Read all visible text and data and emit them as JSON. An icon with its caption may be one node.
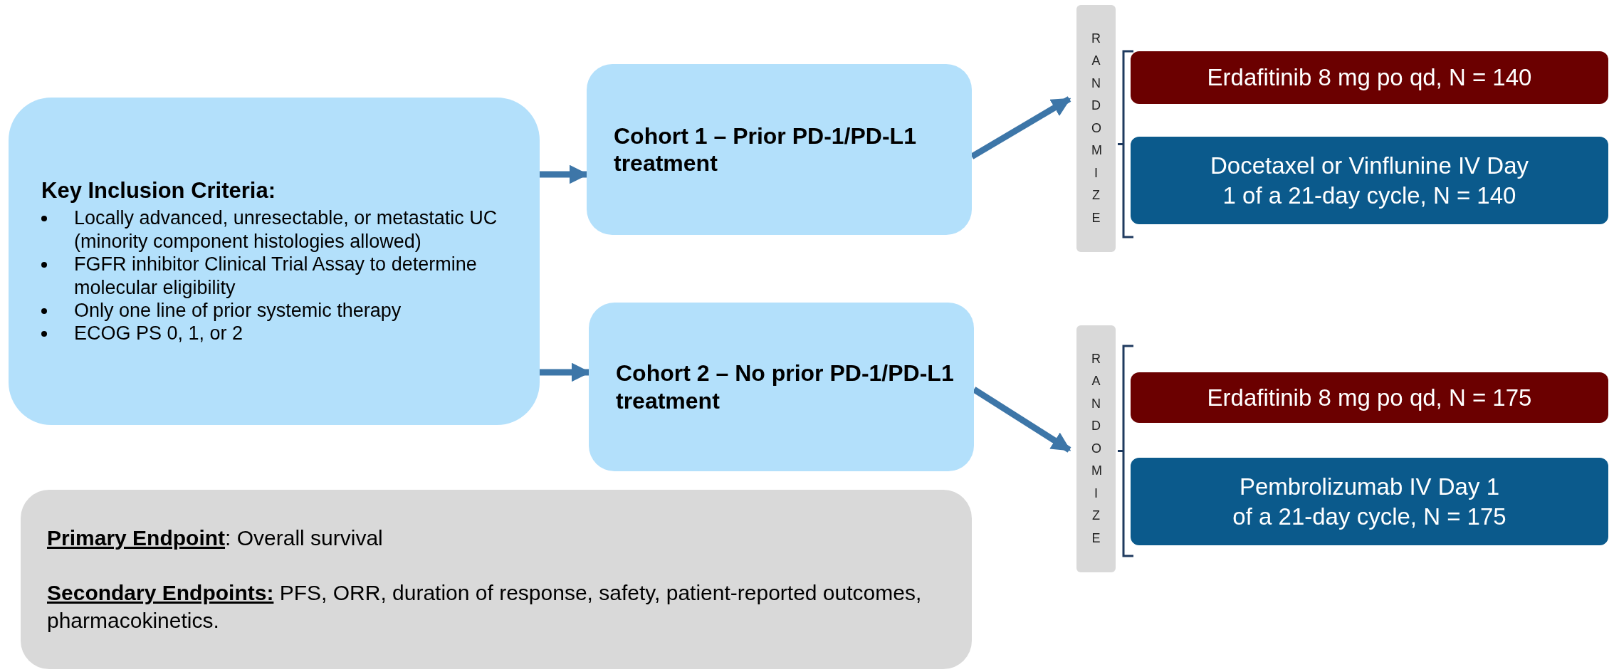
{
  "diagram": {
    "nodes": [
      {
        "text": [
          "Key Inclusion Criteria:",
          "Locally advanced, unresectable, or metastatic UC (minority component histologies allowed)",
          "FGFR inhibitor Clinical Trial Assay to determine molecular eligibility",
          "Only one line of prior systemic therapy",
          "ECOG PS 0, 1, or 2"
        ]
      },
      {
        "text": [
          "Cohort 1 – Prior PD-1/PD-L1 treatment"
        ]
      },
      {
        "text": [
          "Cohort 2 – No prior PD-1/PD-L1 treatment"
        ]
      },
      {
        "text": [
          "RANDOMIZE"
        ]
      },
      {
        "text": [
          "RANDOMIZE"
        ]
      },
      {
        "text": [
          "Erdafitinib 8 mg po qd, N = 140"
        ]
      },
      {
        "text": [
          "Docetaxel or Vinflunine IV Day 1 of a 21-day cycle, N = 140"
        ]
      },
      {
        "text": [
          "Erdafitinib 8 mg po qd, N = 175"
        ]
      },
      {
        "text": [
          "Pembrolizumab IV Day 1 of a 21-day cycle, N = 175"
        ]
      },
      {
        "text": [
          "**Primary Endpoint**: Overall survival",
          "**Secondary Endpoints:** PFS, ORR, duration of response, safety, patient-reported outcomes, pharmacokinetics."
        ]
      }
    ],
    "edges": [
      {
        "from": 0,
        "to": 1,
        "arrow": "to"
      },
      {
        "from": 0,
        "to": 2,
        "arrow": "to"
      },
      {
        "from": 1,
        "to": 3,
        "arrow": "to"
      },
      {
        "from": 2,
        "to": 4,
        "arrow": "to"
      }
    ]
  }
}
